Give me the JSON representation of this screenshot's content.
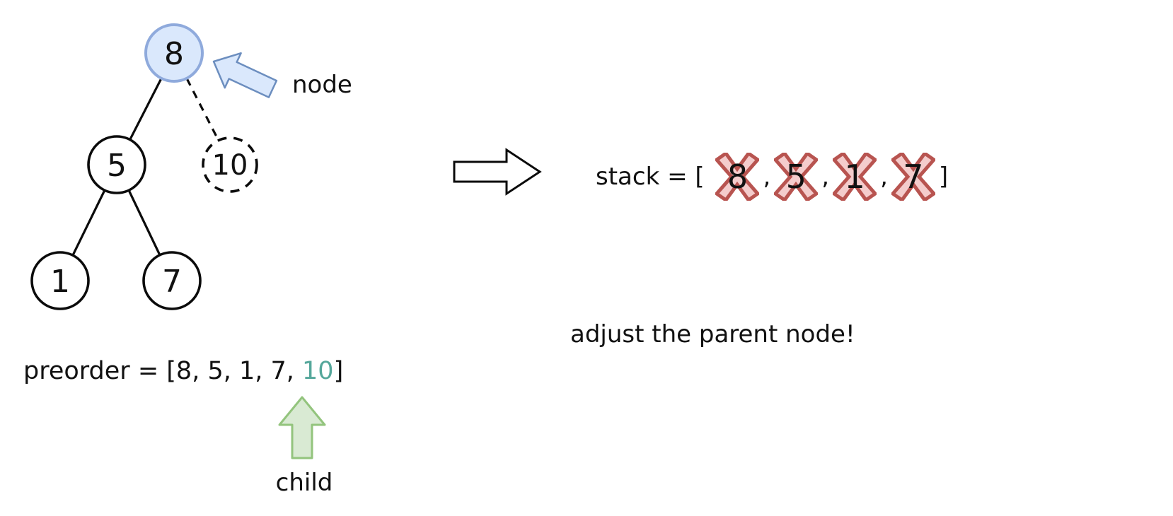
{
  "labels": {
    "node_pointer": "node",
    "child_pointer": "child",
    "adjust_note": "adjust the parent node!"
  },
  "tree": {
    "nodes": [
      {
        "value": "8",
        "state": "current-highlighted"
      },
      {
        "value": "5",
        "state": "normal"
      },
      {
        "value": "10",
        "state": "dashed-pending"
      },
      {
        "value": "1",
        "state": "normal"
      },
      {
        "value": "7",
        "state": "normal"
      }
    ]
  },
  "preorder": {
    "prefix": "preorder = [8, 5, 1, 7, ",
    "highlight": "10",
    "suffix": "]"
  },
  "stack": {
    "prefix": "stack = [ ",
    "items": [
      "8",
      "5",
      "1",
      "7"
    ],
    "separator": ",",
    "suffix": "]"
  },
  "colors": {
    "node_fill": "#dae8fc",
    "node_stroke": "#8faadc",
    "arrow_blue_fill": "#dae8fc",
    "arrow_blue_stroke": "#6c8ebf",
    "arrow_green_fill": "#d9ead3",
    "arrow_green_stroke": "#93c47d",
    "cross_fill": "#f4cccc",
    "cross_stroke": "#b85450",
    "highlight_teal": "#55a79b"
  }
}
